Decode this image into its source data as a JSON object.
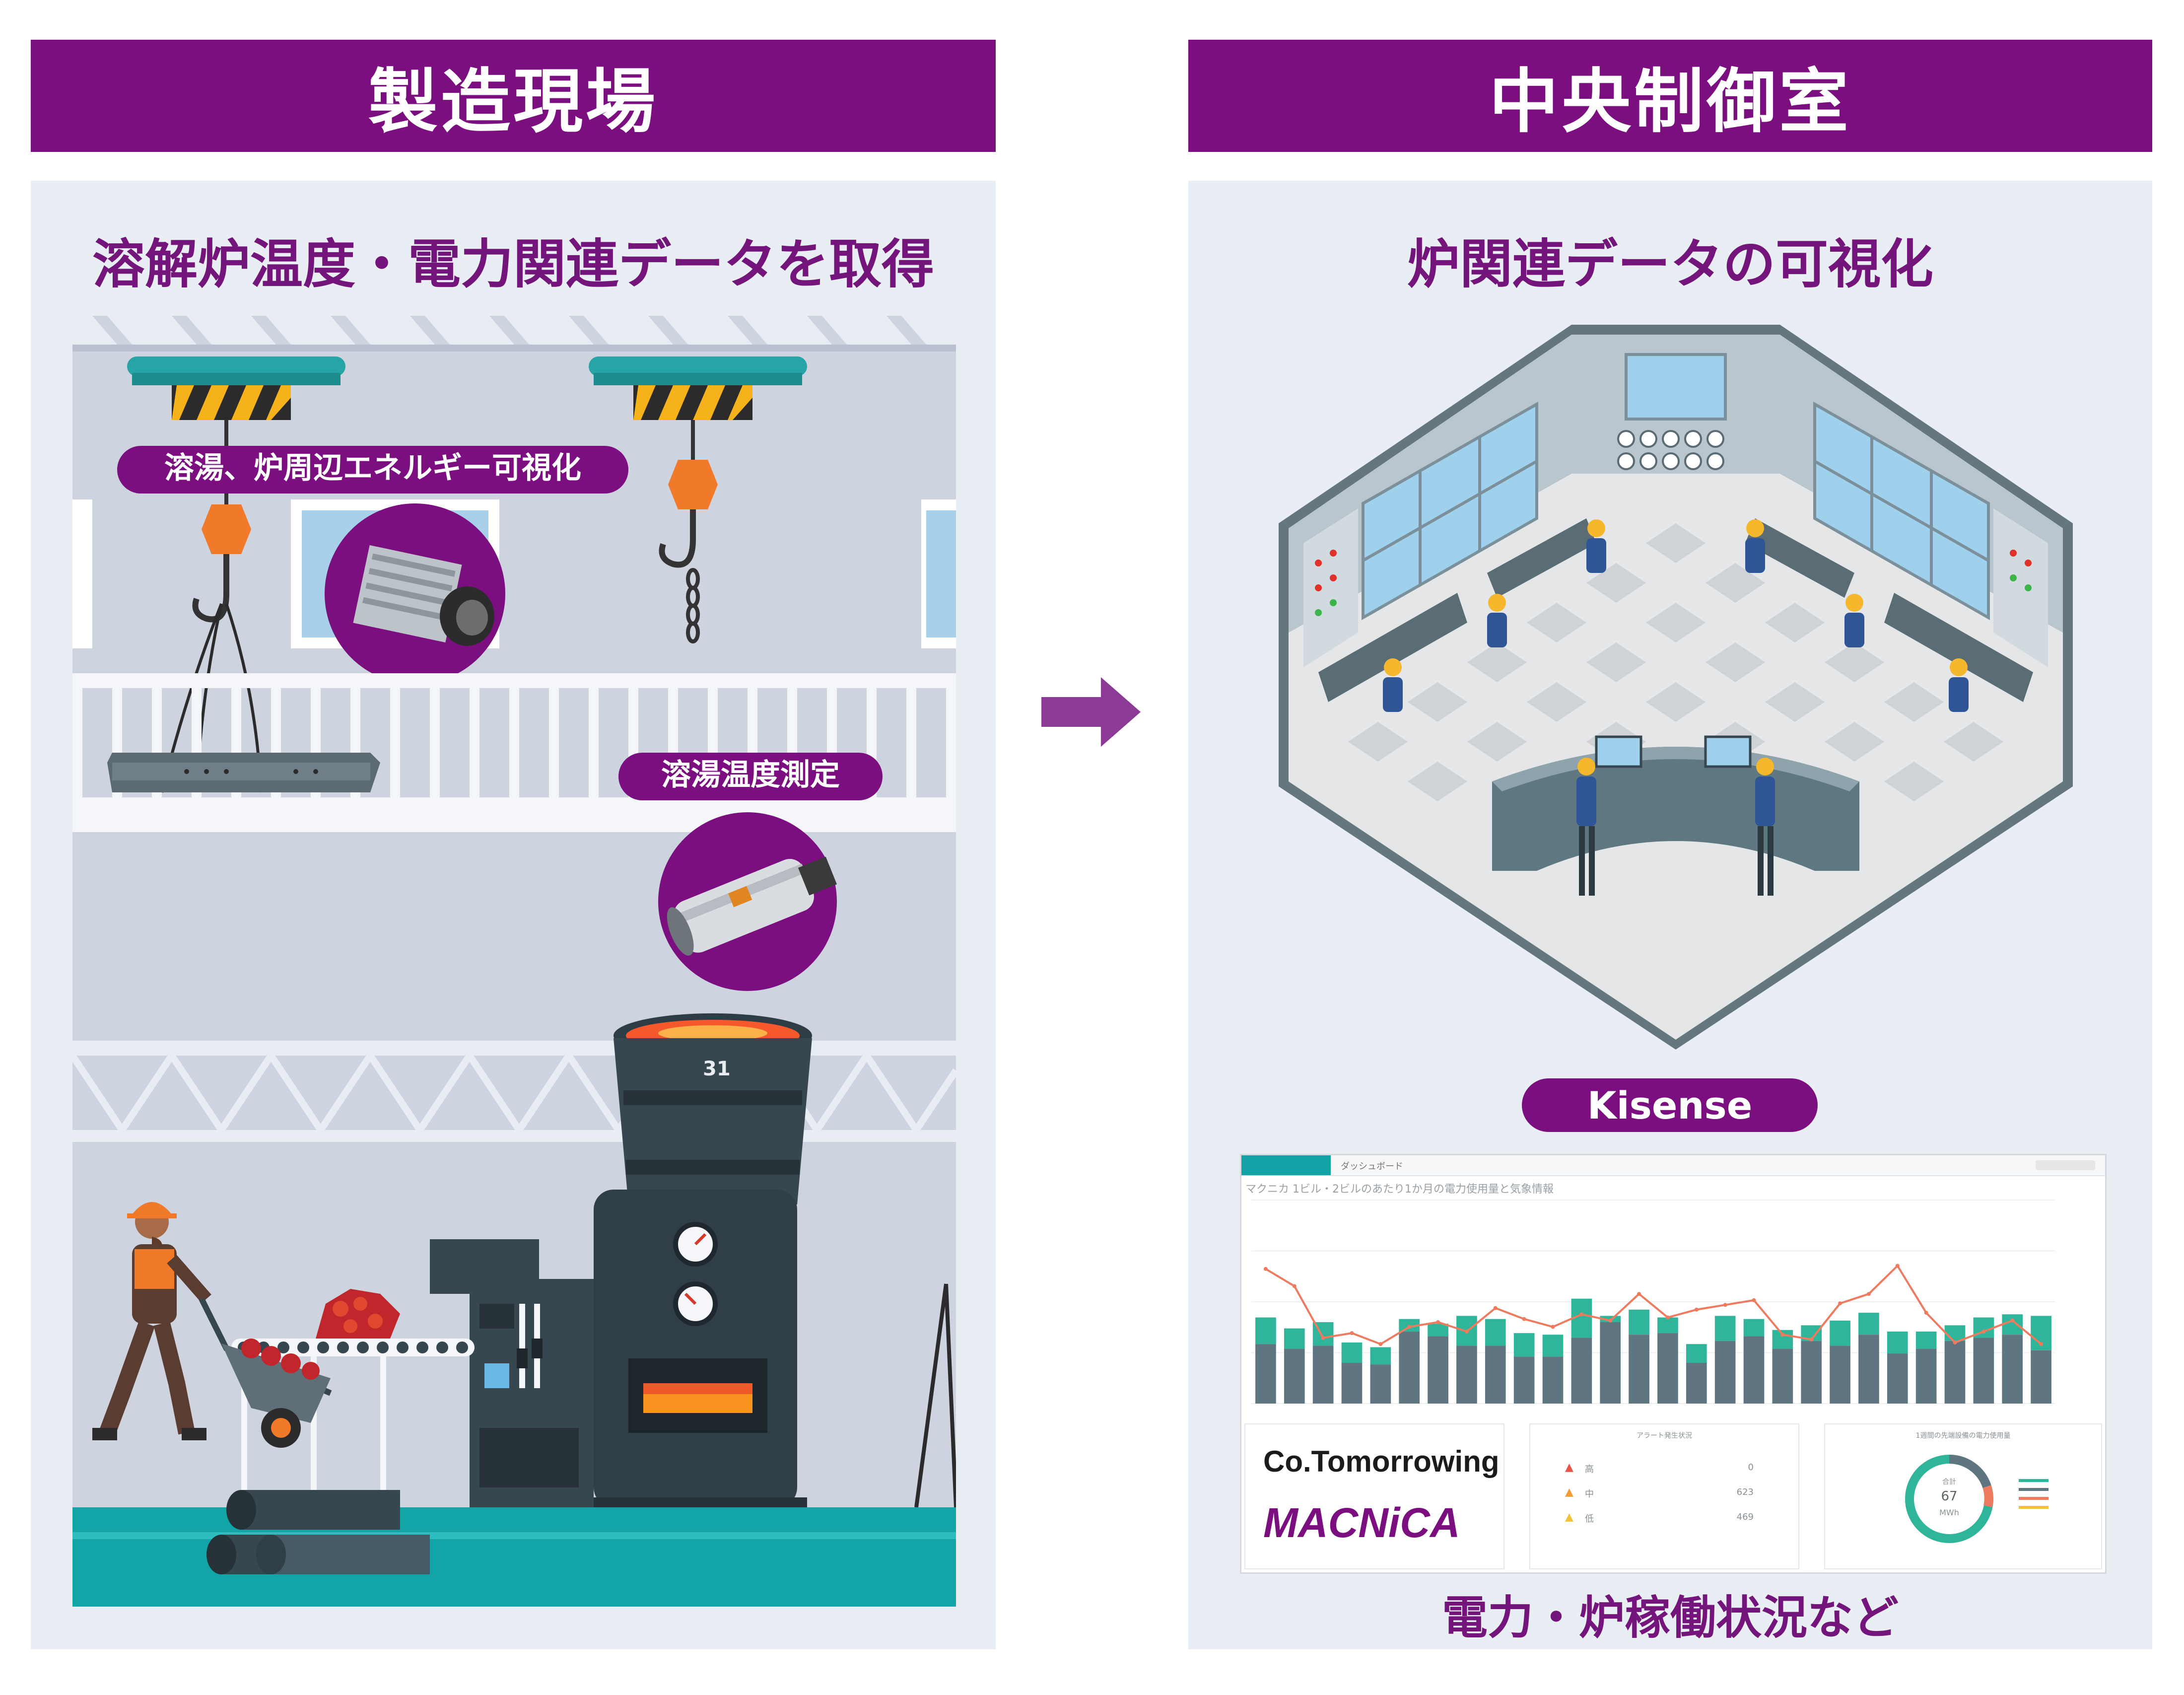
{
  "left": {
    "header": "製造現場",
    "subtitle": "溶解炉温度・電力関連データを取得",
    "label_energy": "溶湯、炉周辺エネルギー可視化",
    "label_temp": "溶湯温度測定",
    "crucible_number": "31"
  },
  "right": {
    "header": "中央制御室",
    "subtitle": "炉関連データの可視化",
    "product": "Kisense",
    "caption": "電力・炉稼働状況など",
    "dashboard": {
      "tab": "ダッシュボード",
      "title": "マクニカ 1ビル・2ビルのあたり1か月の電力使用量と気象情報",
      "logo_1": "Co.Tomorrowing",
      "logo_2": "MACNiCA",
      "card2_title": "アラート発生状況",
      "card2_rows": [
        {
          "label": "高",
          "value": "0"
        },
        {
          "label": "中",
          "value": "623"
        },
        {
          "label": "低",
          "value": "469"
        }
      ],
      "card3_title": "1週間の先端設備の電力使用量",
      "donut_label": "合計",
      "donut_value": "67",
      "donut_unit": "MWh"
    }
  },
  "chart_data": {
    "type": "bar",
    "series": [
      {
        "values": [
          55,
          48,
          52,
          39,
          36,
          54,
          51,
          56,
          54,
          45,
          44,
          67,
          56,
          60,
          55,
          38,
          56,
          54,
          47,
          50,
          53,
          58,
          46,
          46,
          50,
          55,
          57,
          56
        ]
      },
      {
        "values": [
          38,
          35,
          37,
          26,
          25,
          46,
          43,
          37,
          37,
          30,
          30,
          42,
          52,
          44,
          45,
          26,
          40,
          43,
          35,
          40,
          37,
          44,
          32,
          35,
          40,
          42,
          44,
          34
        ]
      }
    ],
    "line": [
      86,
      75,
      42,
      45,
      38,
      49,
      52,
      46,
      61,
      54,
      49,
      57,
      53,
      70,
      55,
      60,
      63,
      66,
      44,
      41,
      64,
      70,
      88,
      58,
      39,
      46,
      53,
      38
    ],
    "ylim": [
      0,
      130
    ],
    "colors": {
      "bar_top": "#2fb59a",
      "bar_bottom": "#5f7580",
      "line": "#ee7b60"
    }
  },
  "colors": {
    "brand": "#7c0f80",
    "panel": "#e9eef4",
    "teal": "#13a3a7"
  }
}
